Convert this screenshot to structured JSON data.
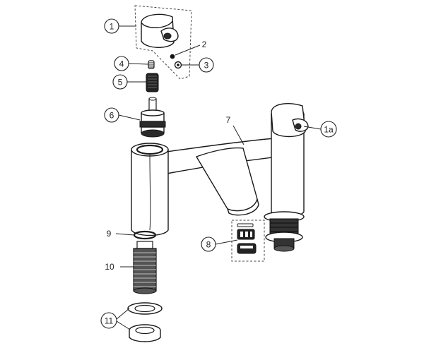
{
  "callouts": {
    "c1": "1",
    "c1a": "1a",
    "c2": "2",
    "c3": "3",
    "c4": "4",
    "c5": "5",
    "c6": "6",
    "c7": "7",
    "c8": "8",
    "c9": "9",
    "c10": "10",
    "c11": "11"
  },
  "colors": {
    "line": "#1a1a1a",
    "fill": "#ffffff",
    "shade": "#2a2a2a"
  }
}
